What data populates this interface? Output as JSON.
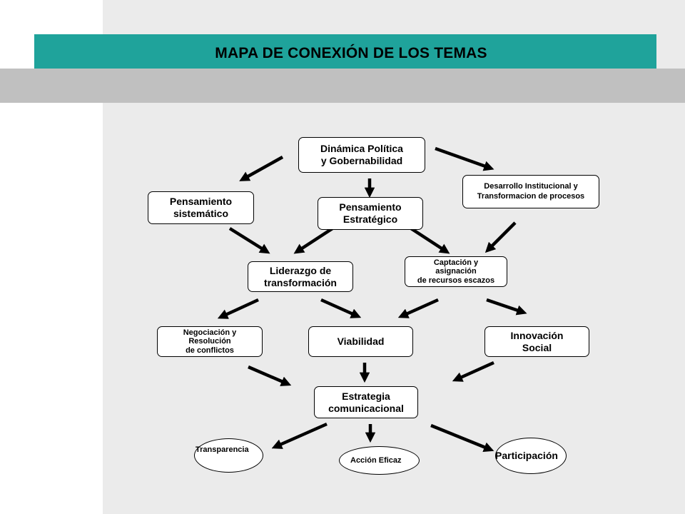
{
  "title": "MAPA DE CONEXIÓN DE LOS TEMAS",
  "nodes": {
    "dinamica": {
      "line1": "Dinámica Política",
      "line2": "y Gobernabilidad"
    },
    "pensamiento_sistematico": {
      "line1": "Pensamiento",
      "line2": "sistemático"
    },
    "pensamiento_estrategico": {
      "line1": "Pensamiento",
      "line2": "Estratégico"
    },
    "desarrollo": {
      "line1": "Desarrollo Institucional  y",
      "line2": "Transformacion de procesos"
    },
    "liderazgo": {
      "line1": "Liderazgo de",
      "line2": "transformación"
    },
    "captacion": {
      "line1": "Captación y",
      "line2": "asignación",
      "line3": "de recursos escazos"
    },
    "negociacion": {
      "line1": "Negociación  y",
      "line2": "Resolución",
      "line3": "de conflictos"
    },
    "viabilidad": {
      "line1": "Viabilidad"
    },
    "innovacion": {
      "line1": "Innovación",
      "line2": "Social"
    },
    "estrategia": {
      "line1": "Estrategia",
      "line2": "comunicacional"
    },
    "transparencia": {
      "label": "Transparencia"
    },
    "accion": {
      "label": "Acción Eficaz"
    },
    "participacion": {
      "label": "Participación"
    }
  },
  "colors": {
    "title_bar": "#1fa39b",
    "band": "#c0c0c0",
    "panel": "#ebebeb",
    "arrow": "#000000"
  }
}
